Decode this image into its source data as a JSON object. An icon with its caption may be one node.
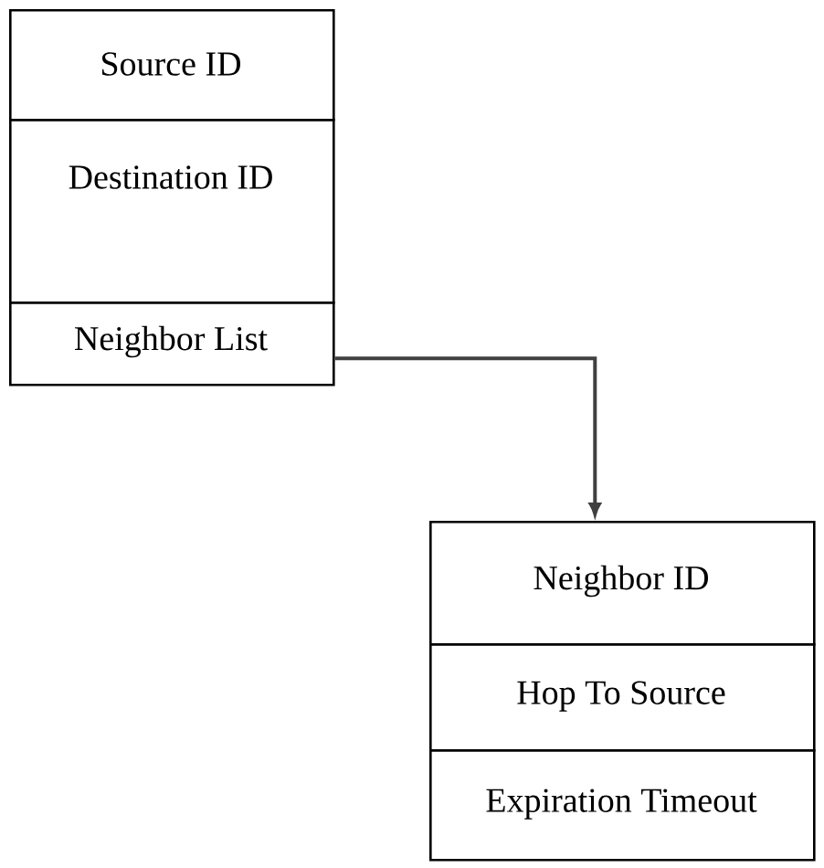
{
  "diagram": {
    "nodes": [
      {
        "text": [
          "Source ID"
        ]
      },
      {
        "text": [
          "Destination ID"
        ]
      },
      {
        "text": [
          "Neighbor List"
        ]
      },
      {
        "text": [
          "Neighbor ID"
        ]
      },
      {
        "text": [
          "Hop To Source"
        ]
      },
      {
        "text": [
          "Expiration Timeout"
        ]
      }
    ],
    "edges": [
      {
        "from": 2,
        "to": 3,
        "arrow": "to"
      }
    ]
  }
}
